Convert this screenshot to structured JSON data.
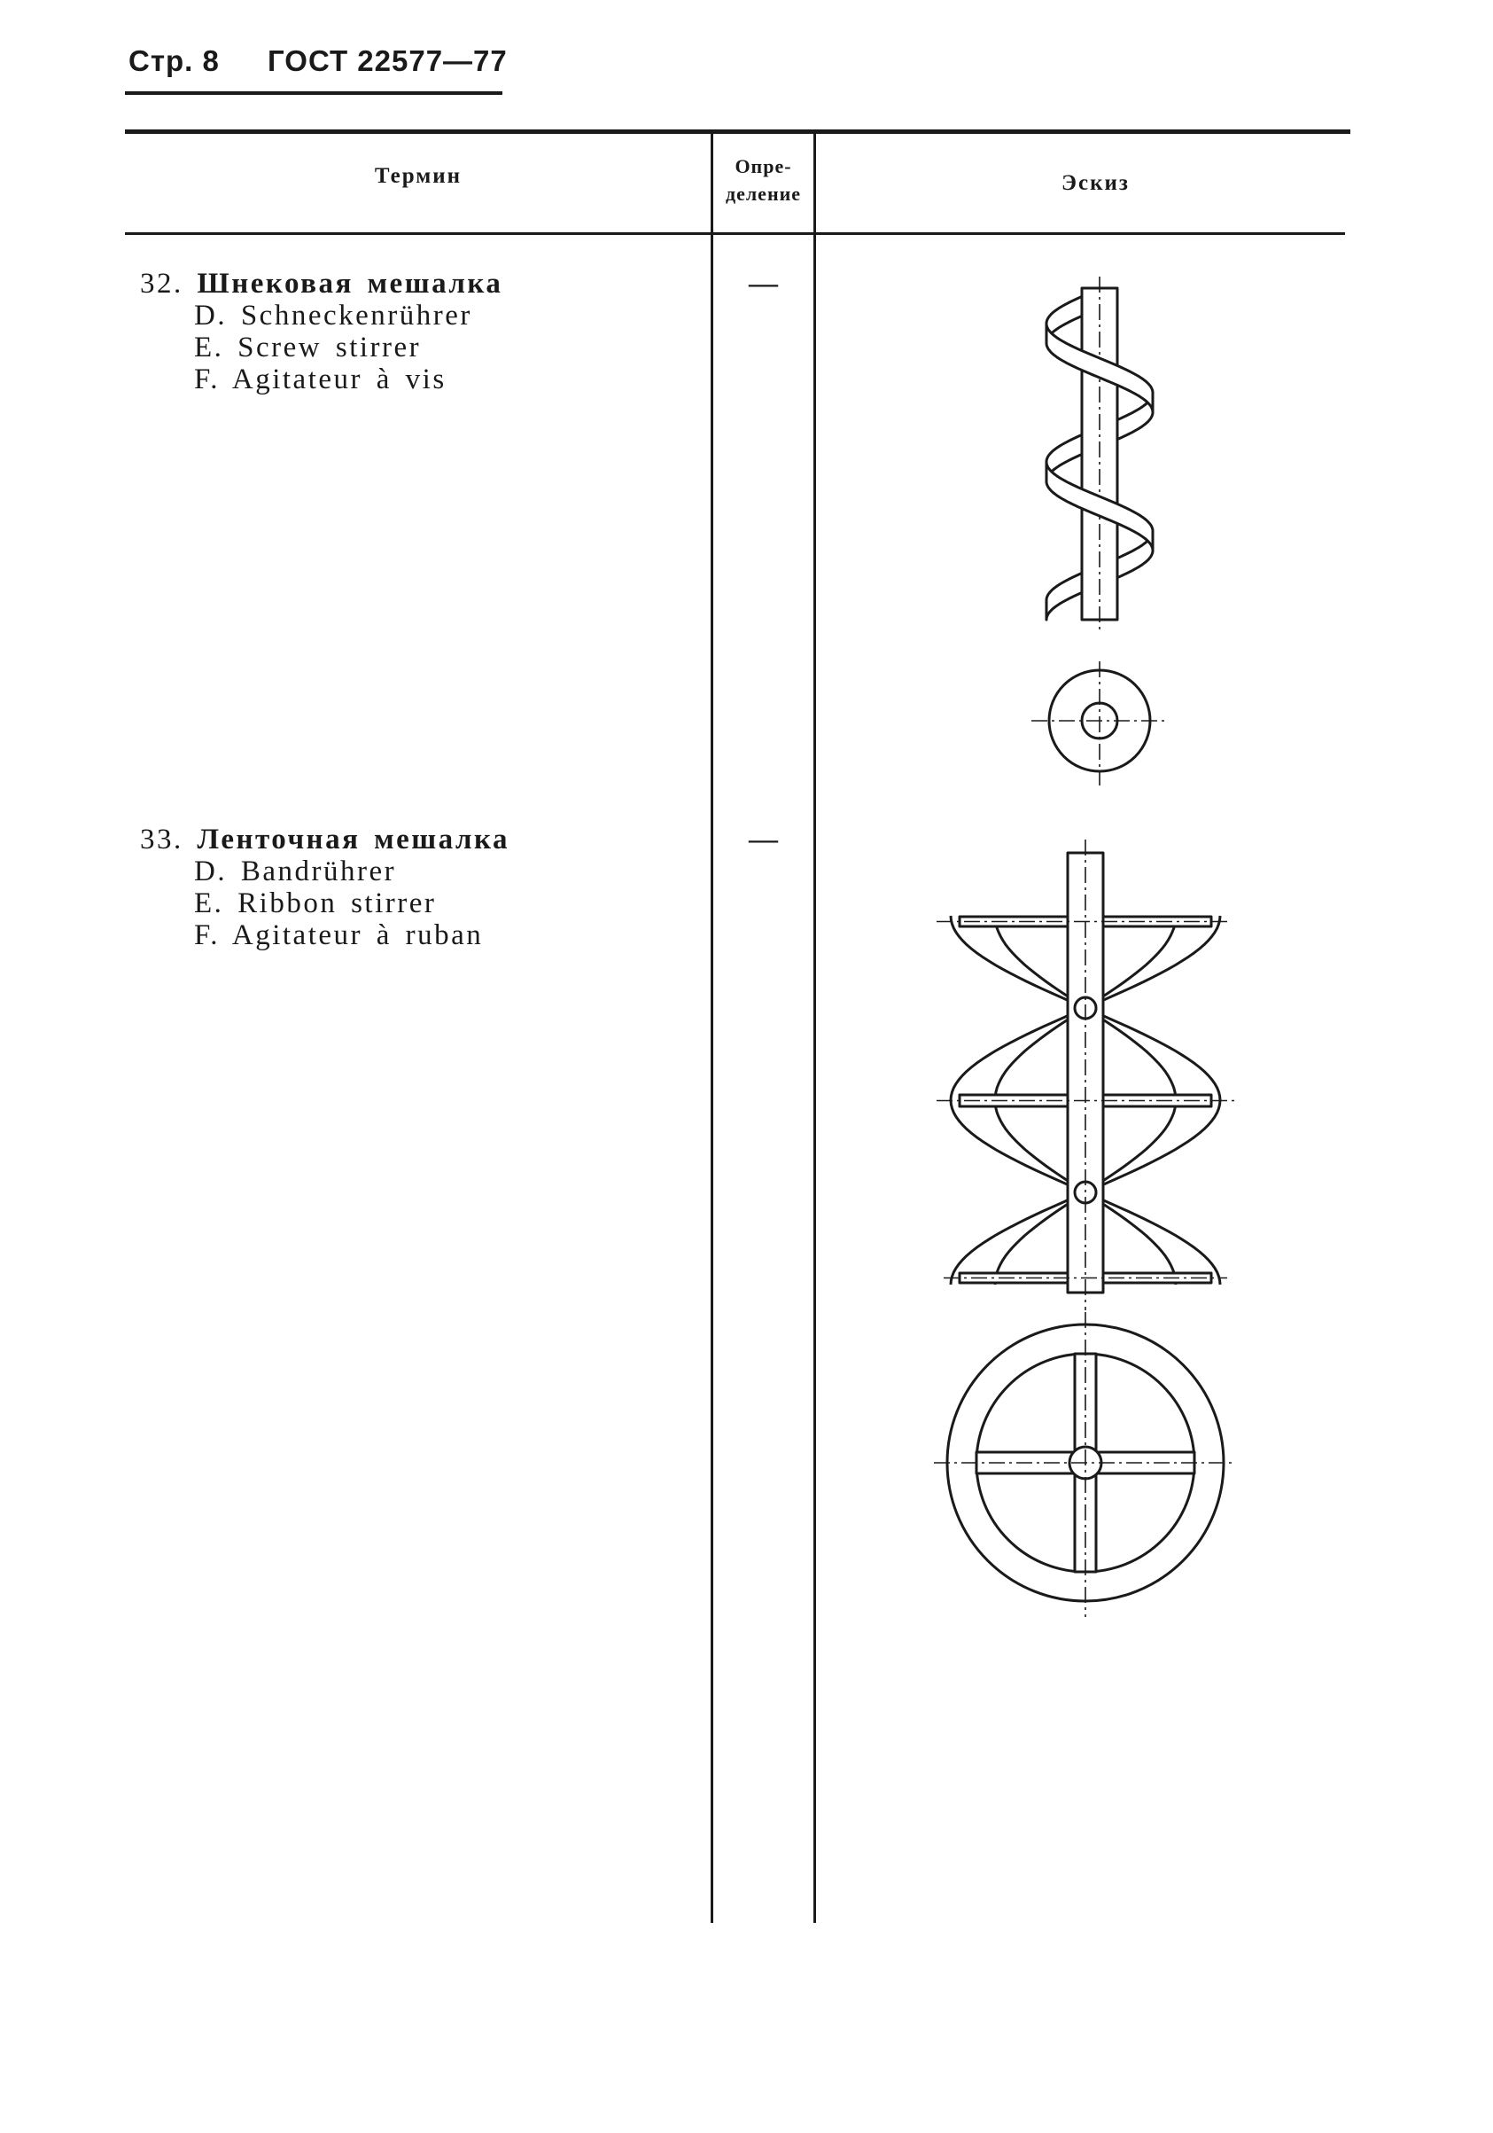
{
  "header": {
    "page": "Стр. 8",
    "standard": "ГОСТ 22577—77"
  },
  "columns": {
    "term": "Термин",
    "definition": [
      "Опре-",
      "деление"
    ],
    "sketch": "Эскиз"
  },
  "entries": [
    {
      "number": "32.",
      "term": "Шнековая мешалка",
      "translations": [
        "D. Schneckenrührer",
        "E. Screw stirrer",
        "F. Agitateur à vis"
      ],
      "definition": "—",
      "sketch_icon": "screw-stirrer-sketch"
    },
    {
      "number": "33.",
      "term": "Ленточная мешалка",
      "translations": [
        "D. Bandrührer",
        "E. Ribbon stirrer",
        "F. Agitateur à ruban"
      ],
      "definition": "—",
      "sketch_icon": "ribbon-stirrer-sketch"
    }
  ]
}
